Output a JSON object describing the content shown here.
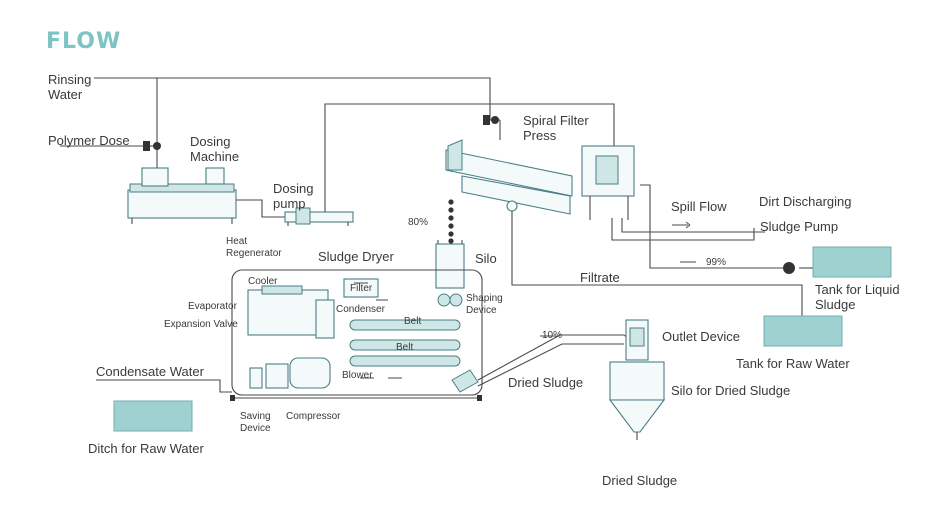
{
  "title": "FLOW",
  "labels": {
    "rinsing_water": "Rinsing\nWater",
    "polymer_dose": "Polymer Dose",
    "dosing_machine": "Dosing\nMachine",
    "dosing_pump": "Dosing\npump",
    "spiral_filter_press": "Spiral Filter\nPress",
    "spill_flow": "Spill Flow",
    "dirt_discharging": "Dirt Discharging",
    "sludge_pump": "Sludge Pump",
    "percent_99": "99%",
    "tank_liquid_sludge": "Tank for Liquid\nSludge",
    "filtrate": "Filtrate",
    "tank_raw_water": "Tank for Raw Water",
    "percent_80": "80%",
    "silo": "Silo",
    "sludge_dryer": "Sludge Dryer",
    "heat_regenerator": "Heat\nRegenerator",
    "cooler": "Cooler",
    "filter": "Filter",
    "evaporator": "Evaporator",
    "expansion_valve": "Expansion Valve",
    "condenser": "Condenser",
    "belt_top": "Belt",
    "belt_bottom": "Belt",
    "shaping_device": "Shaping\nDevice",
    "blower": "Blower",
    "condensate_water": "Condensate Water",
    "saving_device": "Saving\nDevice",
    "compressor": "Compressor",
    "ditch_raw_water": "Ditch for Raw Water",
    "percent_10": "10%",
    "outlet_device": "Outlet Device",
    "dried_sludge_mid": "Dried Sludge",
    "silo_dried_sludge": "Silo for Dried Sludge",
    "dried_sludge_bottom": "Dried Sludge"
  }
}
